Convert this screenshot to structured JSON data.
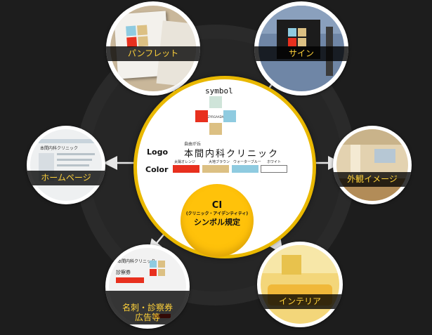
{
  "center": {
    "symbol_label": "symbol",
    "symbol_caption": "ZYRGAADA",
    "logo_label": "Logo",
    "logo_sub": "自由が丘",
    "logo_text": "本間内科クリニック",
    "color_label": "Color",
    "swatches": [
      {
        "name": "太陽オレンジ",
        "hex": "#e8301e"
      },
      {
        "name": "大地ブラウン",
        "hex": "#dcc083"
      },
      {
        "name": "ウォーターブルー",
        "hex": "#8fcbe0"
      },
      {
        "name": "ホワイト",
        "hex": "#ffffff"
      }
    ],
    "ci_title": "CI",
    "ci_sub": "(クリニック・アイデンティティ)",
    "ci_rule": "シンボル規定"
  },
  "satellites": [
    {
      "key": "pamphlet",
      "label": "パンフレット"
    },
    {
      "key": "sign",
      "label": "サイン"
    },
    {
      "key": "homepage",
      "label": "ホームページ"
    },
    {
      "key": "exterior",
      "label": "外観イメージ"
    },
    {
      "key": "meishi",
      "label": "名刺・診察券\n広告等"
    },
    {
      "key": "interior",
      "label": "インテリア"
    }
  ],
  "colors": {
    "accent": "#ffc20a",
    "ring": "#e9b800",
    "background": "#1d1d1d",
    "label_text": "#ffd23a"
  },
  "thumb_text": {
    "homepage_title": "本間内科クリニック",
    "meishi_title": "本間内科クリニック",
    "meishi_card": "診察券"
  }
}
